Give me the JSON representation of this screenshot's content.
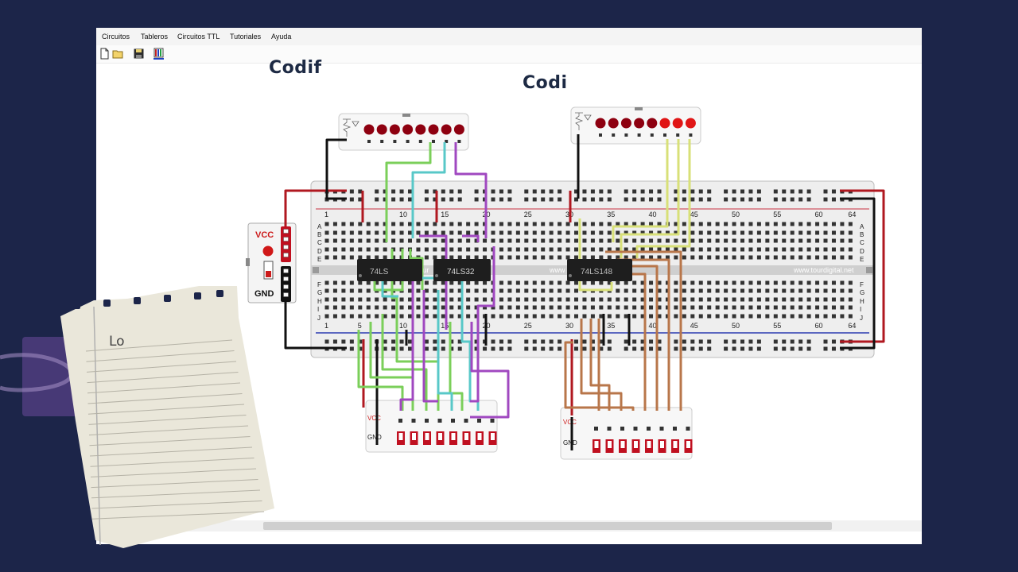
{
  "menu": [
    "Circuitos",
    "Tableros",
    "Circuitos TTL",
    "Tutoriales",
    "Ayuda"
  ],
  "toolbar": {
    "buttons": [
      {
        "name": "new-file-icon"
      },
      {
        "name": "open-folder-icon"
      },
      {
        "name": "save-disk-icon"
      },
      {
        "name": "resistor-color-icon"
      }
    ]
  },
  "headings": {
    "left": "Codif",
    "right": "Codi"
  },
  "breadboard": {
    "columns_top": [
      "1",
      "10",
      "15",
      "20",
      "25",
      "30",
      "35",
      "40",
      "45",
      "50",
      "55",
      "60",
      "64"
    ],
    "columns_bottom": [
      "1",
      "5",
      "10",
      "15",
      "20",
      "25",
      "30",
      "35",
      "40",
      "45",
      "50",
      "55",
      "60",
      "64"
    ],
    "rows_top": [
      "A",
      "B",
      "C",
      "D",
      "E"
    ],
    "rows_bottom": [
      "F",
      "G",
      "H",
      "I",
      "J"
    ],
    "watermark": "www.tourdigital.net",
    "watermark_short": "www",
    "watermark_mid": "tour"
  },
  "chips": [
    {
      "label": "74LS"
    },
    {
      "label": "74LS32"
    },
    {
      "label": "74LS148"
    }
  ],
  "power_module": {
    "vcc": "VCC",
    "gnd": "GND"
  },
  "switch_blocks": [
    {
      "vcc": "VCC",
      "gnd": "GND"
    },
    {
      "vcc": "VCC",
      "gnd": "GND"
    }
  ],
  "note": {
    "text": "Lo"
  },
  "colors": {
    "background": "#1c2549",
    "led_red": "#b00010",
    "wire_red": "#b01820",
    "wire_green": "#7bcf5a",
    "wire_cyan": "#58c8c8",
    "wire_purple": "#a048c0",
    "wire_yellow": "#d8e078",
    "wire_brown": "#b8764a",
    "rail_blue": "#2a3ab0"
  }
}
